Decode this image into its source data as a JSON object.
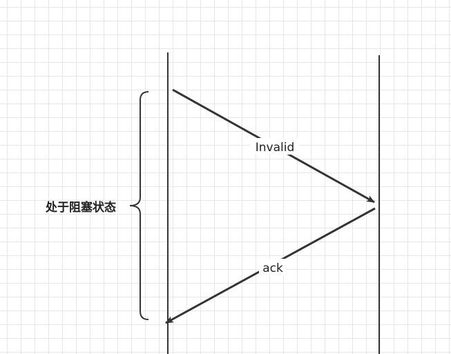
{
  "diagram": {
    "messages": {
      "invalid_label": "Invalid",
      "ack_label": "ack"
    },
    "brace_label": "处于阻塞状态",
    "colors": {
      "line": "#333333",
      "text": "#222222",
      "grid": "#e6e6e6"
    }
  }
}
